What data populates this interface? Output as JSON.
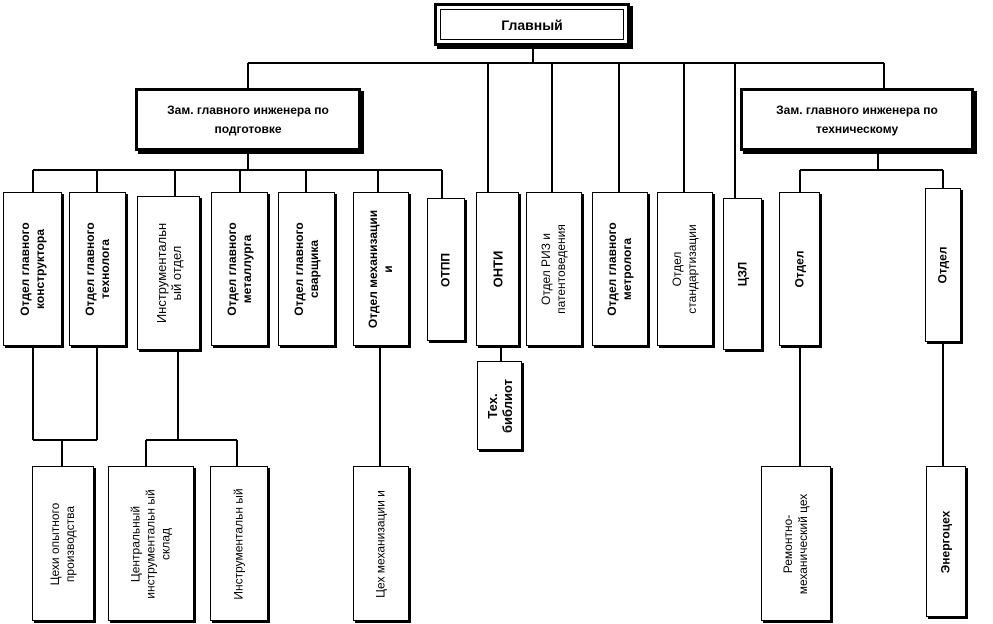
{
  "root": "Главный",
  "branches": {
    "prep_deputy": "Зам. главного инженера по подготовке",
    "tech_deputy": "Зам. главного инженера по техническому"
  },
  "departments": {
    "chief_designer": "Отдел главного конструктора",
    "chief_technologist": "Отдел главного технолога",
    "tool_dept": "Инструментальн ый отдел",
    "chief_metallurgist": "Отдел главного металлурга",
    "chief_welder": "Отдел главного сварщика",
    "mechanization_dept": "Отдел механизации и",
    "otpp": "ОТПП",
    "onti": "ОНТИ",
    "riz_dept": "Отдел РИЗ и патентоведения",
    "chief_metrologist": "Отдел главного метролога",
    "standardization_dept": "Отдел стандартизации",
    "czl": "ЦЗЛ",
    "dept_a": "Отдел",
    "dept_b": "Отдел"
  },
  "units": {
    "tech_library": "Тех. библиот",
    "pilot_shops": "Цехи опытного производства",
    "central_tool_warehouse": "Центральный инструментальн ый склад",
    "tool_unit": "Инструментальн ый",
    "mechanization_shop": "Цех механизации и",
    "repair_mechanical_shop": "Ремонтно-механический цех",
    "energy_shop": "Энергоцех"
  }
}
